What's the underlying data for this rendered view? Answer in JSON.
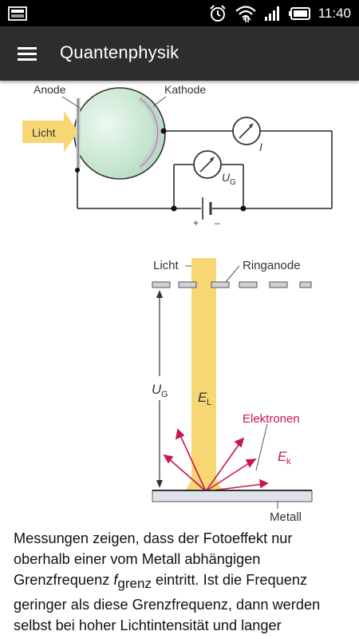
{
  "status_bar": {
    "time": "11:40"
  },
  "app_bar": {
    "title": "Quantenphysik"
  },
  "circuit_diagram": {
    "anode_label": "Anode",
    "cathode_label": "Kathode",
    "light_label": "Licht",
    "current_symbol": "I",
    "voltage_symbol": "U",
    "voltage_subscript": "G",
    "plus_label": "+",
    "minus_label": "–"
  },
  "photoeffect_diagram": {
    "light_label": "Licht",
    "ring_anode_label": "Ringanode",
    "energy_symbol": "E",
    "energy_subscript": "L",
    "voltage_symbol": "U",
    "voltage_subscript": "G",
    "electrons_label": "Elektronen",
    "kinetic_symbol": "E",
    "kinetic_subscript": "k",
    "metal_label": "Metall"
  },
  "colors": {
    "app_bar": "#2d2d2d",
    "status_bar": "#000000",
    "light_beam": "#f7d774",
    "electron_arrow": "#c8174c",
    "tube_glass": "#c9e8d2"
  },
  "description": {
    "part1": "Messungen zeigen, dass der Fotoeffekt nur oberhalb einer vom Metall abhängigen Grenzfrequenz ",
    "symbol": "f",
    "subscript": "grenz",
    "part2": " eintritt. Ist die Frequenz geringer als diese Grenzfrequenz, dann werden selbst bei hoher Lichtintensität und langer Beleuchtungsdauer keine Elektronen aus der"
  }
}
